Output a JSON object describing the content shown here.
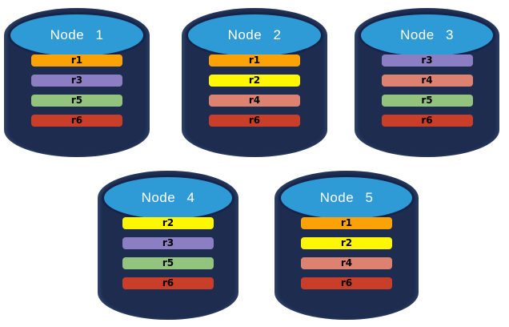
{
  "diagram": {
    "description": "Database cluster replica placement diagram with five node cylinders",
    "node_body_color": "#1D2C4F",
    "node_top_color": "#2E9BD6",
    "node_outline_color": "#17244A",
    "title_text_color": "#FFFFFF",
    "bar_text_color": "#000000",
    "replica_colors": {
      "r1": "#FBA306",
      "r2": "#FDF704",
      "r3": "#8C7EC2",
      "r4": "#DD8271",
      "r5": "#93C47D",
      "r6": "#C93E28"
    },
    "nodes": [
      {
        "label": "Node 1",
        "replicas": [
          "r1",
          "r3",
          "r5",
          "r6"
        ]
      },
      {
        "label": "Node 2",
        "replicas": [
          "r1",
          "r2",
          "r4",
          "r6"
        ]
      },
      {
        "label": "Node 3",
        "replicas": [
          "r3",
          "r4",
          "r5",
          "r6"
        ]
      },
      {
        "label": "Node 4",
        "replicas": [
          "r2",
          "r3",
          "r5",
          "r6"
        ]
      },
      {
        "label": "Node 5",
        "replicas": [
          "r1",
          "r2",
          "r4",
          "r6"
        ]
      }
    ]
  }
}
